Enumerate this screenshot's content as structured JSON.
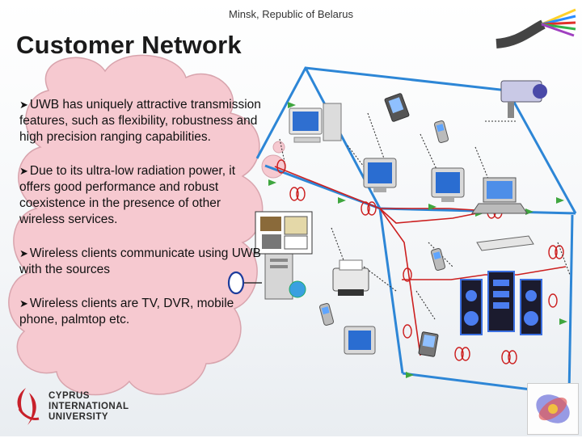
{
  "header": {
    "location": "Minsk, Republic of Belarus"
  },
  "slide": {
    "title": "Customer Network"
  },
  "bullets": [
    "UWB has uniquely attractive transmission features, such as flexibility, robustness and high precision ranging capabilities.",
    "Due to its ultra-low radiation power, it offers good performance and robust coexistence in the presence of other wireless services.",
    "Wireless clients communicate using UWB with the sources",
    "Wireless clients are TV, DVR, mobile phone, palmtop etc."
  ],
  "logo": {
    "line1": "CYPRUS",
    "line2": "INTERNATIONAL",
    "line3": "UNIVERSITY"
  },
  "colors": {
    "house_line": "#2d86d6",
    "cable": "#cc1f1f",
    "cloud_fill": "#f6c9d0",
    "cloud_stroke": "#d8a4ad",
    "arrow": "#3fa63f"
  },
  "icons": [
    "desktop-computer-icon",
    "palmtop-icon",
    "mobile-phone-icon",
    "tv-icon",
    "laptop-icon",
    "dvd-player-icon",
    "printer-icon",
    "speaker-icon",
    "security-camera-icon",
    "server-tower-icon",
    "modem-icon",
    "antenna-icon",
    "fiber-cable-icon"
  ]
}
